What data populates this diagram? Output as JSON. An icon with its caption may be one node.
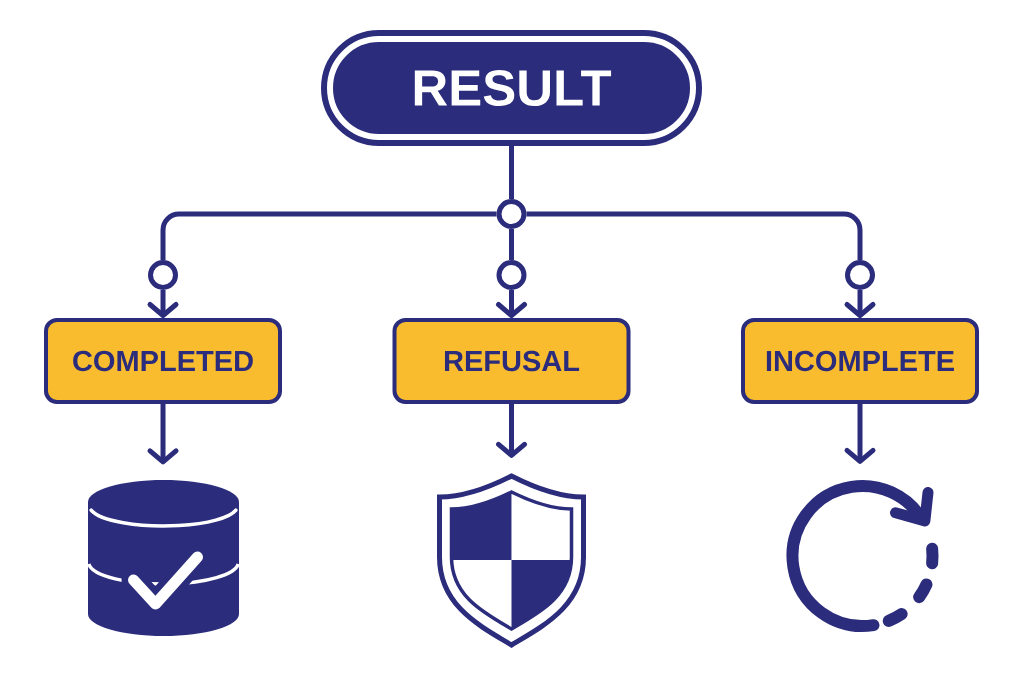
{
  "diagram": {
    "nodes": [
      {
        "text": [
          "RESULT"
        ]
      },
      {
        "text": [],
        "shape": "circle"
      },
      {
        "text": [],
        "shape": "circle"
      },
      {
        "text": [],
        "shape": "circle"
      },
      {
        "text": [],
        "shape": "circle"
      },
      {
        "text": [
          "COMPLETED"
        ]
      },
      {
        "text": [
          "REFUSAL"
        ]
      },
      {
        "text": [
          "INCOMPLETE"
        ]
      },
      {
        "text": [],
        "shape": "picture"
      },
      {
        "text": [],
        "shape": "picture"
      },
      {
        "text": [],
        "shape": "picture"
      }
    ],
    "edges": [
      {
        "from": 0,
        "to": 1,
        "arrow": "none"
      },
      {
        "from": 1,
        "to": 2,
        "arrow": "none"
      },
      {
        "from": 1,
        "to": 3,
        "arrow": "none"
      },
      {
        "from": 1,
        "to": 4,
        "arrow": "none"
      },
      {
        "from": 2,
        "to": 5,
        "arrow": "to"
      },
      {
        "from": 3,
        "to": 6,
        "arrow": "to"
      },
      {
        "from": 4,
        "to": 7,
        "arrow": "to"
      },
      {
        "from": 5,
        "to": 8,
        "arrow": "to"
      },
      {
        "from": 6,
        "to": 9,
        "arrow": "to"
      },
      {
        "from": 7,
        "to": 10,
        "arrow": "to"
      }
    ]
  }
}
